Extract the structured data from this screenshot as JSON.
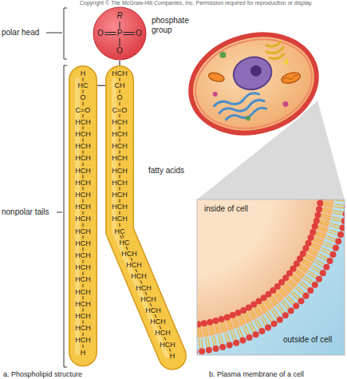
{
  "diagram": {
    "nodes": [
      {
        "text": [
          "R",
          "O",
          "P",
          "O",
          "O"
        ]
      },
      {
        "text": [
          "H",
          "HC",
          "O",
          "C=O",
          "HCH",
          "HCH",
          "HCH",
          "HCH",
          "HCH",
          "HCH",
          "HCH",
          "HCH",
          "HCH",
          "HCH",
          "HCH",
          "HCH",
          "HCH",
          "HCH",
          "HCH",
          "HCH",
          "HCH",
          "HCH",
          "HCH",
          "H"
        ]
      },
      {
        "text": [
          "HCH",
          "CH",
          "O",
          "C=O",
          "HCH",
          "HCH",
          "HCH",
          "HCH",
          "HCH",
          "HCH",
          "HCH",
          "HCH",
          "HCH",
          "HC",
          "HC",
          "HCH",
          "HCH",
          "HCH",
          "HCH",
          "HCH",
          "HCH",
          "HCH",
          "HCH",
          "HCH",
          "H"
        ]
      }
    ],
    "edges": [
      {
        "from": 0,
        "to": 2,
        "arrow": "none"
      },
      {
        "from": 1,
        "to": 2,
        "arrow": "none"
      }
    ],
    "labels": [
      "Copyright © The McGraw-Hill Companies, Inc. Permission required for reproduction or display.",
      "polar head",
      "phosphate group",
      "nonpolar tails",
      "fatty acids",
      "inside of cell",
      "outside of cell",
      "a. Phospholipid structure",
      "b. Plasma membrane of a cell"
    ]
  }
}
